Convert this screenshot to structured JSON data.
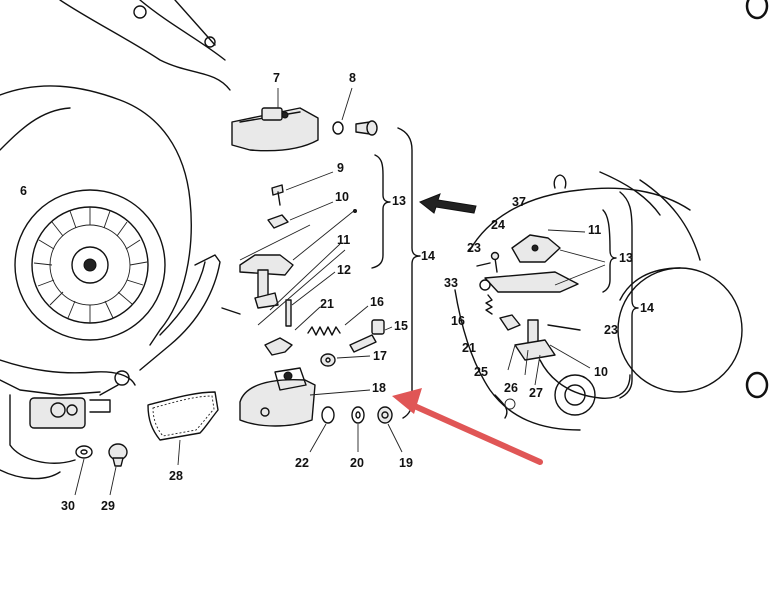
{
  "labels": {
    "l7": "7",
    "l8": "8",
    "l9": "9",
    "l10": "10",
    "l11": "11",
    "l12": "12",
    "l13": "13",
    "l14": "14",
    "l15": "15",
    "l16": "16",
    "l17": "17",
    "l18": "18",
    "l19": "19",
    "l20": "20",
    "l21": "21",
    "l22": "22",
    "l28": "28",
    "l29": "29",
    "l30": "30",
    "l6": "6",
    "r37": "37",
    "r24": "24",
    "r23a": "23",
    "r11": "11",
    "r13": "13",
    "r33": "33",
    "r14": "14",
    "r16": "16",
    "r21": "21",
    "r23b": "23",
    "r25": "25",
    "r26": "26",
    "r27": "27",
    "r10": "10"
  },
  "colors": {
    "ink": "#111111",
    "highlight_arrow": "#e05656",
    "background": "#ffffff"
  }
}
